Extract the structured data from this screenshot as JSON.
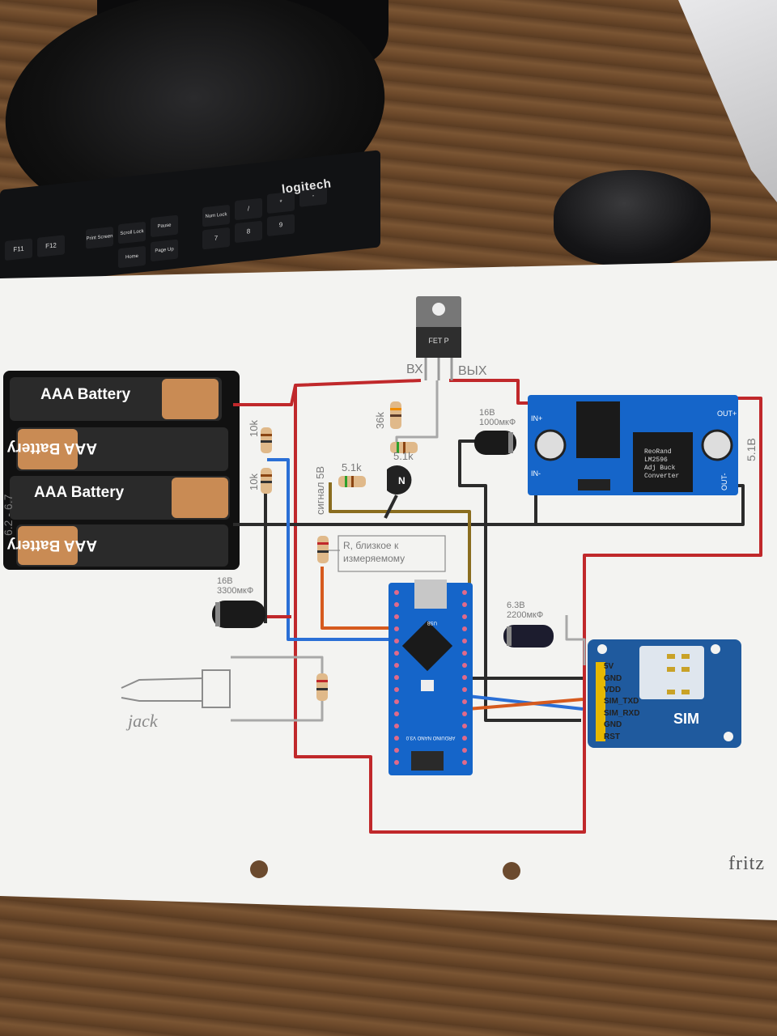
{
  "background": {
    "keyboard_brand": "logitech",
    "keys": [
      "F11",
      "F12",
      "Print Screen",
      "Scroll Lock",
      "Pause Break",
      "Num Lock",
      "/",
      "*",
      "-",
      "Home",
      "Page Up",
      "7",
      "8",
      "9"
    ]
  },
  "battery_pack": {
    "cells": [
      "AAA Battery",
      "AAA Battery",
      "AAA Battery",
      "AAA Battery"
    ],
    "voltage_note": "6.2 - 6.7"
  },
  "mosfet": {
    "label": "FET P",
    "pin_in": "ВХ",
    "pin_out": "ВЫХ"
  },
  "resistors": {
    "r_10k_top": "10k",
    "r_10k_bottom": "10k",
    "r_36k": "36k",
    "r_51k_a": "5.1k",
    "r_51k_b": "5.1k",
    "r_measure_note": "R, близкое к измеряемому"
  },
  "signal_label": "сигнал 5В",
  "transistor": {
    "label": "N"
  },
  "capacitors": {
    "c1": "16В 1000мкФ",
    "c2": "16В 3300мкФ",
    "c3": "6.3В 2200мкФ"
  },
  "buck_converter": {
    "in_plus": "IN+",
    "in_minus": "IN-",
    "out_plus": "OUT+",
    "out_minus": "OUT-",
    "chip_text": [
      "ReoRand",
      "LM2596",
      "Adj Buck",
      "Converter"
    ],
    "out_voltage": "5.1В"
  },
  "arduino": {
    "name": "ARDUINO NANO V3.0",
    "usb": "USB"
  },
  "sim_module": {
    "title": "SIM",
    "pins": [
      "5V",
      "GND",
      "VDD",
      "SIM_TXD",
      "SIM_RXD",
      "GND",
      "RST"
    ]
  },
  "jack_label": "jack",
  "fritzing_mark": "fritz",
  "colors": {
    "wire_red": "#c0282b",
    "wire_black": "#2b2b2b",
    "wire_blue": "#2a6fd6",
    "wire_olive": "#8a6d1f",
    "wire_orange": "#d65a1e",
    "wire_grey": "#a8a8a8",
    "board_blue": "#1565c9",
    "sim_blue": "#1f5a9e"
  }
}
